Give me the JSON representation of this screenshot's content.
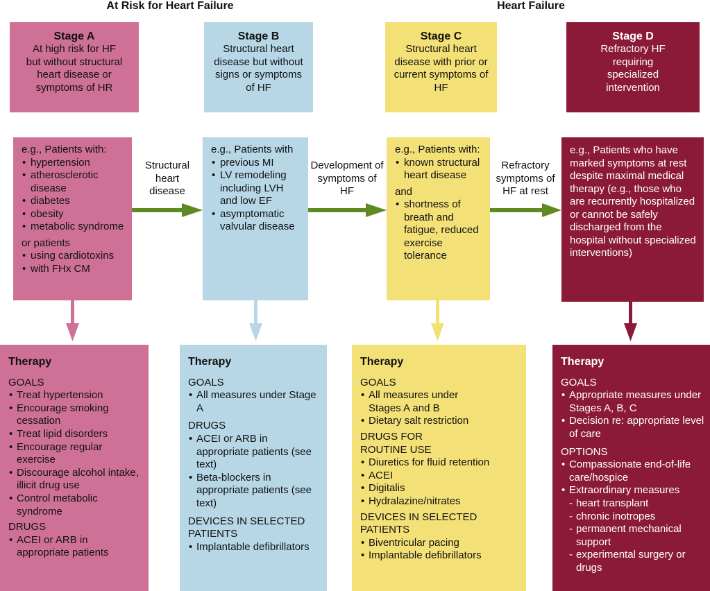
{
  "headers": {
    "left": "At Risk for Heart Failure",
    "right": "Heart Failure"
  },
  "stages": [
    {
      "title": "Stage A",
      "desc": "At high risk for HF but without structural heart disease or symptoms of HR"
    },
    {
      "title": "Stage B",
      "desc": "Structural heart disease but without signs or symptoms of HF"
    },
    {
      "title": "Stage C",
      "desc": "Structural heart disease with prior or current symptoms of HF"
    },
    {
      "title": "Stage D",
      "desc": "Refractory HF requiring specialized intervention"
    }
  ],
  "examples": {
    "a": {
      "lead": "e.g., Patients with:",
      "items": [
        "hypertension",
        "atherosclerotic disease",
        "diabetes",
        "obesity",
        "metabolic syndrome"
      ],
      "lead2": "or patients",
      "items2": [
        "using cardiotoxins",
        "with FHx CM"
      ]
    },
    "b": {
      "lead": "e.g., Patients with",
      "items": [
        "previous MI",
        "LV remodeling including LVH and low EF",
        "asymptomatic valvular disease"
      ]
    },
    "c": {
      "lead": "e.g., Patients with:",
      "items": [
        "known structural heart disease"
      ],
      "lead2": "and",
      "items2": [
        "shortness of breath and fatigue, reduced exercise tolerance"
      ]
    },
    "d": {
      "text": "e.g., Patients who have marked symptoms at rest despite maximal medical therapy (e.g., those who are recurrently hospitalized or cannot be safely discharged from the hospital without specialized interventions)"
    }
  },
  "connectors": {
    "ab": "Structural heart disease",
    "bc": "Development of symptoms of HF",
    "cd": "Refractory symptoms of HF at rest"
  },
  "therapy": {
    "title": "Therapy",
    "a": {
      "goals_label": "GOALS",
      "goals": [
        "Treat hypertension",
        "Encourage smoking cessation",
        "Treat lipid disorders",
        "Encourage regular exercise",
        "Discourage alcohol intake, illicit drug use",
        "Control metabolic syndrome"
      ],
      "drugs_label": "DRUGS",
      "drugs": [
        "ACEI or ARB in appropriate patients"
      ]
    },
    "b": {
      "goals_label": "GOALS",
      "goals": [
        "All measures under Stage A"
      ],
      "drugs_label": "DRUGS",
      "drugs": [
        "ACEI or ARB in appropriate patients (see text)",
        "Beta-blockers in appropriate patients (see text)"
      ],
      "devices_label": "DEVICES IN SELECTED PATIENTS",
      "devices": [
        "Implantable defibrillators"
      ]
    },
    "c": {
      "goals_label": "GOALS",
      "goals": [
        "All measures under Stages A and B",
        "Dietary salt restriction"
      ],
      "drugs_label": "DRUGS FOR ROUTINE USE",
      "drugs": [
        "Diuretics for fluid retention",
        "ACEI",
        "Digitalis",
        "Hydralazine/nitrates"
      ],
      "devices_label": "DEVICES IN SELECTED PATIENTS",
      "devices": [
        "Biventricular pacing",
        "Implantable defibrillators"
      ]
    },
    "d": {
      "goals_label": "GOALS",
      "goals": [
        "Appropriate measures under Stages A, B, C",
        "Decision re: appropriate level of care"
      ],
      "options_label": "OPTIONS",
      "options": [
        "Compassionate end-of-life care/hospice",
        "Extraordinary measures"
      ],
      "sub_options": [
        "heart transplant",
        "chronic inotropes",
        "permanent mechanical support",
        "experimental surgery or drugs"
      ]
    }
  },
  "colors": {
    "pink": "#cf7196",
    "blue": "#b7d7e7",
    "yellow": "#f3e177",
    "maroon": "#8b1a39",
    "arrow_green": "#5f8a22"
  }
}
